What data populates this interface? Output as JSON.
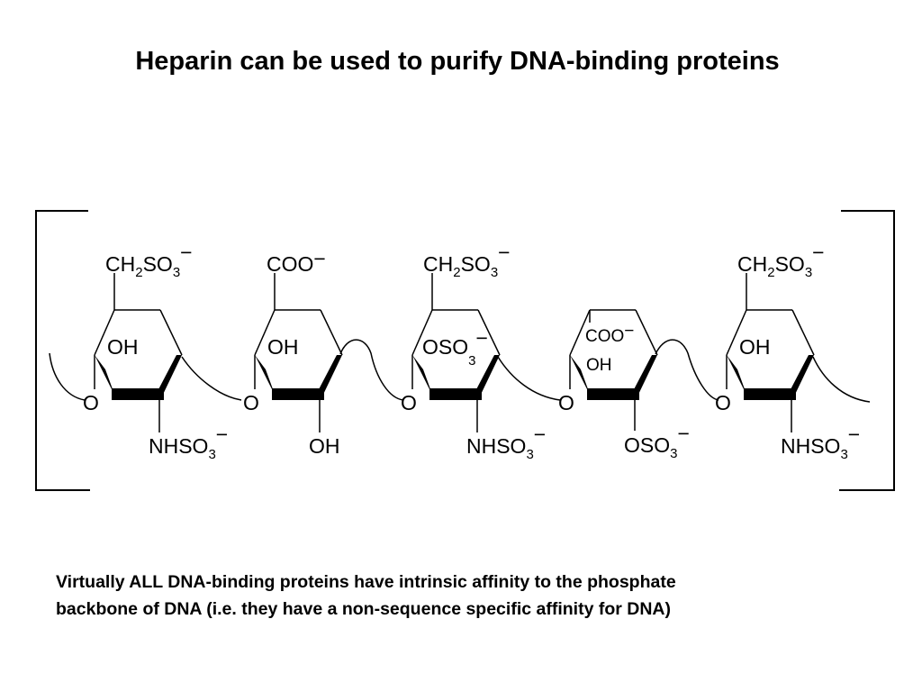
{
  "slide": {
    "title": "Heparin can be used to purify DNA-binding proteins",
    "caption_lines": [
      "Virtually ALL DNA-binding proteins have intrinsic affinity to the phosphate",
      "backbone of DNA (i.e. they have a non-sequence specific affinity for DNA)"
    ]
  },
  "structure": {
    "units": [
      {
        "top": {
          "main": "CH",
          "sub": "2",
          "main2": "SO",
          "sub2": "3",
          "charge": "−"
        },
        "inner": "OH",
        "ring_oxygen": "O",
        "bottom": {
          "main": "NHSO",
          "sub": "3",
          "charge": "−"
        }
      },
      {
        "top": {
          "main": "COO",
          "charge": "−"
        },
        "inner": "OH",
        "ring_oxygen": "O",
        "bottom": {
          "main": "OH"
        }
      },
      {
        "top": {
          "main": "CH",
          "sub": "2",
          "main2": "SO",
          "sub2": "3",
          "charge": "−"
        },
        "inner": {
          "main": "OSO",
          "sub": "3",
          "charge": "−"
        },
        "ring_oxygen": "O",
        "bottom": {
          "main": "NHSO",
          "sub": "3",
          "charge": "−"
        }
      },
      {
        "inner_top": {
          "main": "COO",
          "charge": "−"
        },
        "inner": "OH",
        "ring_oxygen": "O",
        "bottom": {
          "main": "OSO",
          "sub": "3",
          "charge": "−"
        }
      },
      {
        "top": {
          "main": "CH",
          "sub": "2",
          "main2": "SO",
          "sub2": "3",
          "charge": "−"
        },
        "inner": "OH",
        "ring_oxygen": "O",
        "bottom": {
          "main": "NHSO",
          "sub": "3",
          "charge": "−"
        }
      }
    ]
  }
}
